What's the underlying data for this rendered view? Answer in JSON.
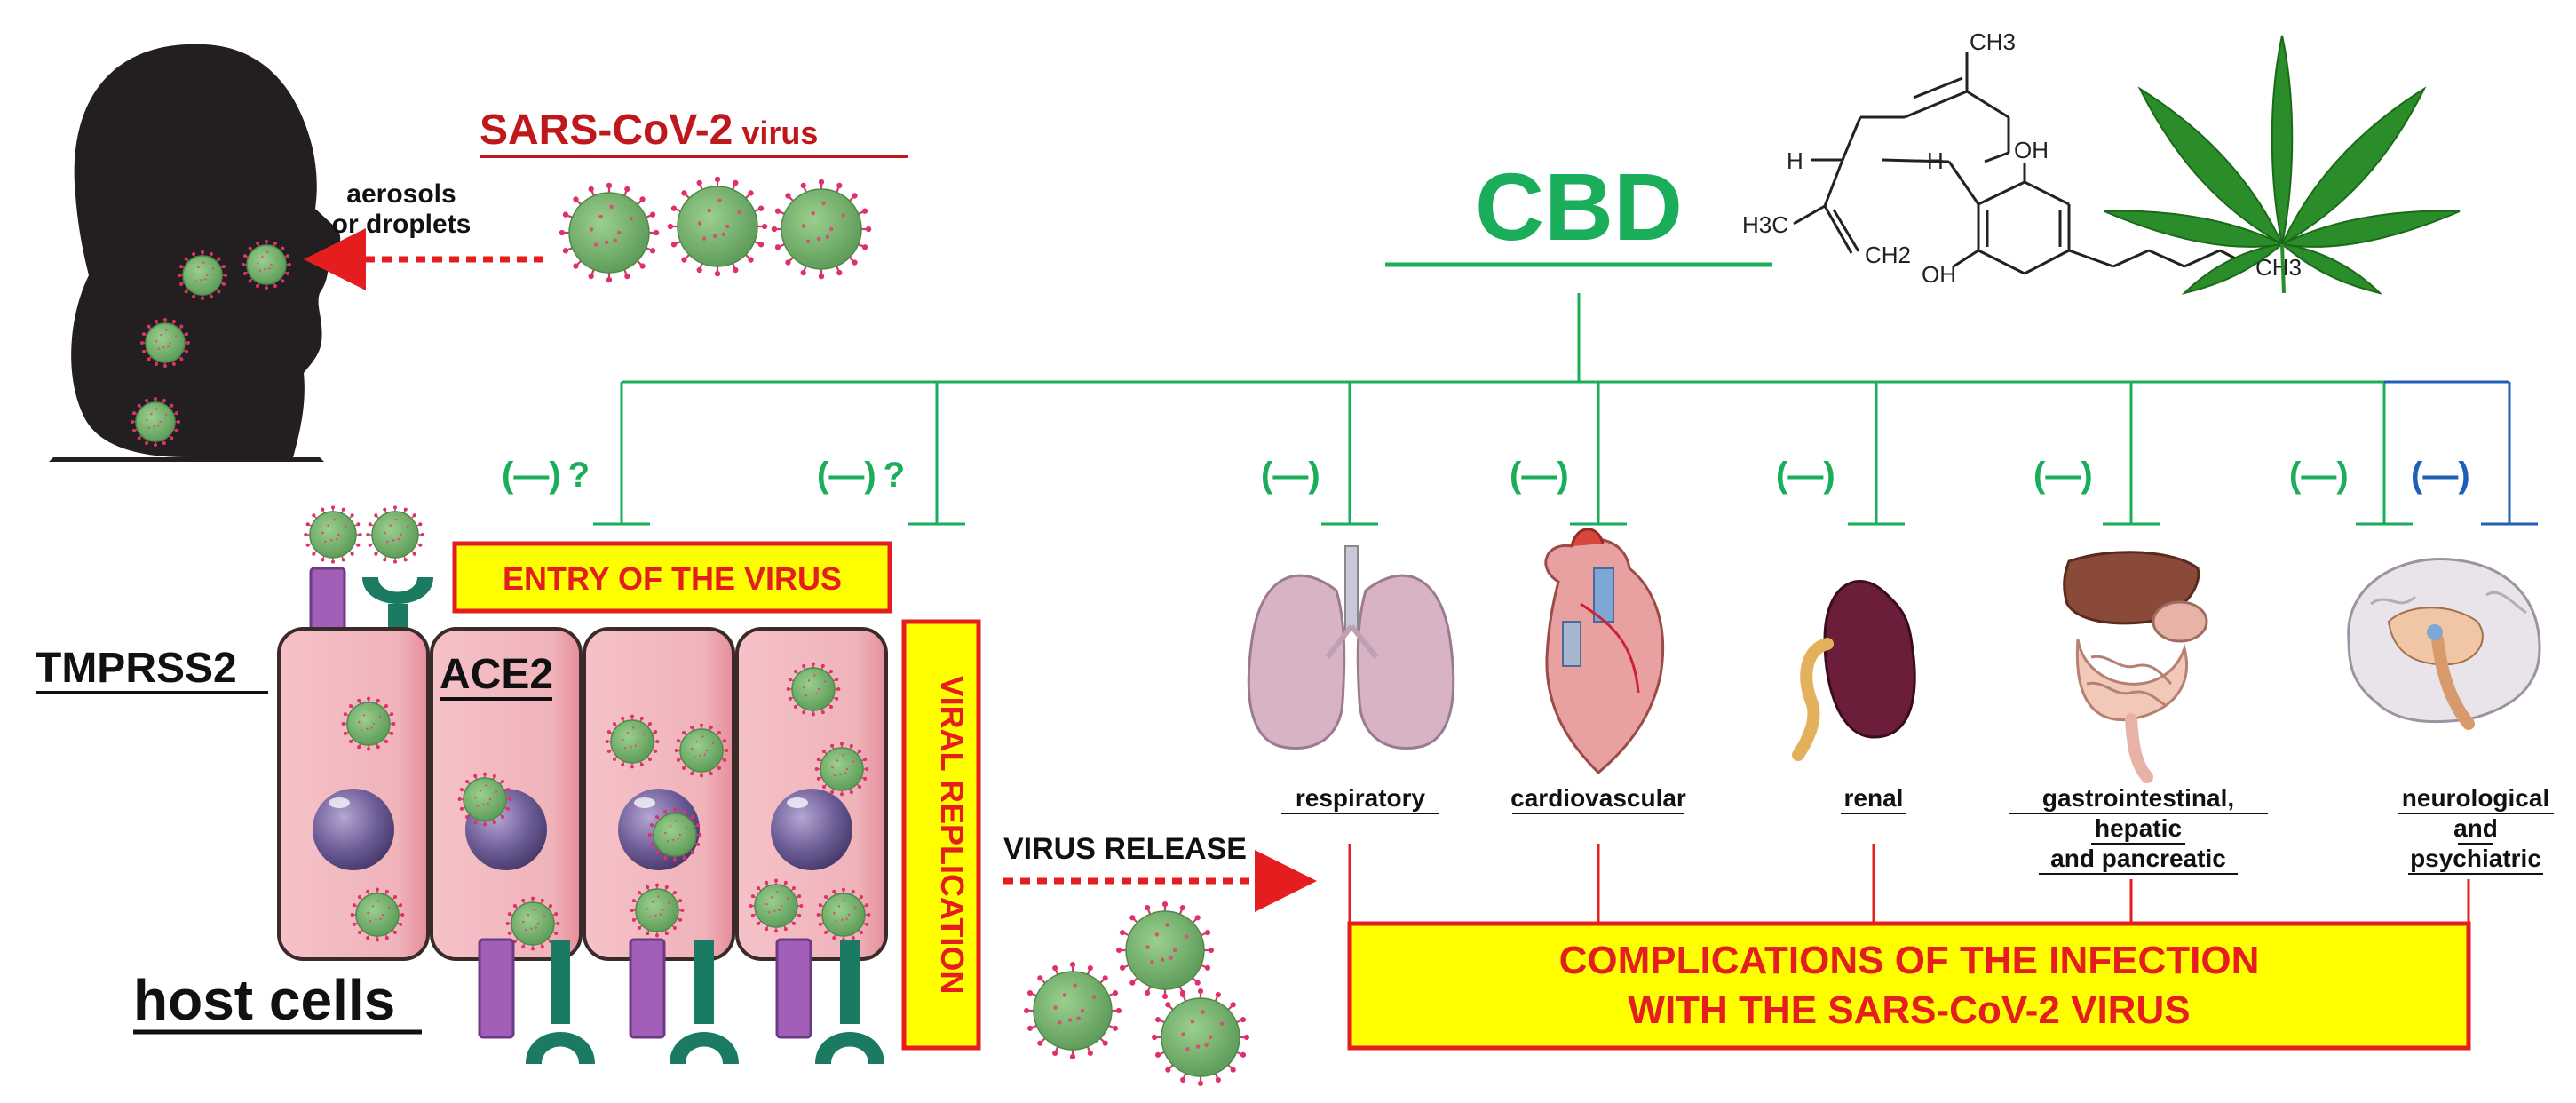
{
  "virus": {
    "title_main": "SARS-CoV-2",
    "title_suffix": " virus",
    "route_line1": "aerosols",
    "route_line2": "or droplets"
  },
  "cbd": {
    "label": "CBD",
    "structure_labels": {
      "ch3_top": "CH3",
      "oh_top": "OH",
      "h_left": "H",
      "h_right": "H",
      "h3c": "H3C",
      "ch2": "CH2",
      "oh_bottom": "OH",
      "ch3_right": "CH3"
    }
  },
  "inhibitions": [
    {
      "text": "(—)",
      "question": "?"
    },
    {
      "text": "(—)",
      "question": "?"
    },
    {
      "text": "(—)",
      "question": ""
    },
    {
      "text": "(—)",
      "question": ""
    },
    {
      "text": "(—)",
      "question": ""
    },
    {
      "text": "(—)",
      "question": ""
    },
    {
      "text": "(—)",
      "question": ""
    },
    {
      "text": "(—)",
      "question": ""
    }
  ],
  "host": {
    "tmprss2": "TMPRSS2",
    "ace2": "ACE2",
    "cells_label": "host cells",
    "entry": "ENTRY OF THE VIRUS",
    "replication": "VIRAL  REPLICATION",
    "release": "VIRUS RELEASE"
  },
  "organs": {
    "respiratory": "respiratory",
    "cardiovascular": "cardiovascular",
    "renal": "renal",
    "gi_line1": "gastrointestinal,",
    "gi_line2": "hepatic",
    "gi_line3": "and pancreatic",
    "neuro_line1": "neurological",
    "neuro_line2": "and",
    "neuro_line3": "psychiatric"
  },
  "complications": {
    "line1": "COMPLICATIONS OF THE INFECTION",
    "line2": "WITH THE SARS-CoV-2 VIRUS"
  },
  "colors": {
    "green": "#1aad5a",
    "blue": "#1f5fb5",
    "red": "#e41e1e",
    "dark_red": "#c0171d",
    "yellow": "#ffff00",
    "virus": "#7ab673",
    "cell": "#f3b9c0",
    "receptor_purple": "#a25fb8",
    "receptor_teal": "#1a7a62"
  }
}
